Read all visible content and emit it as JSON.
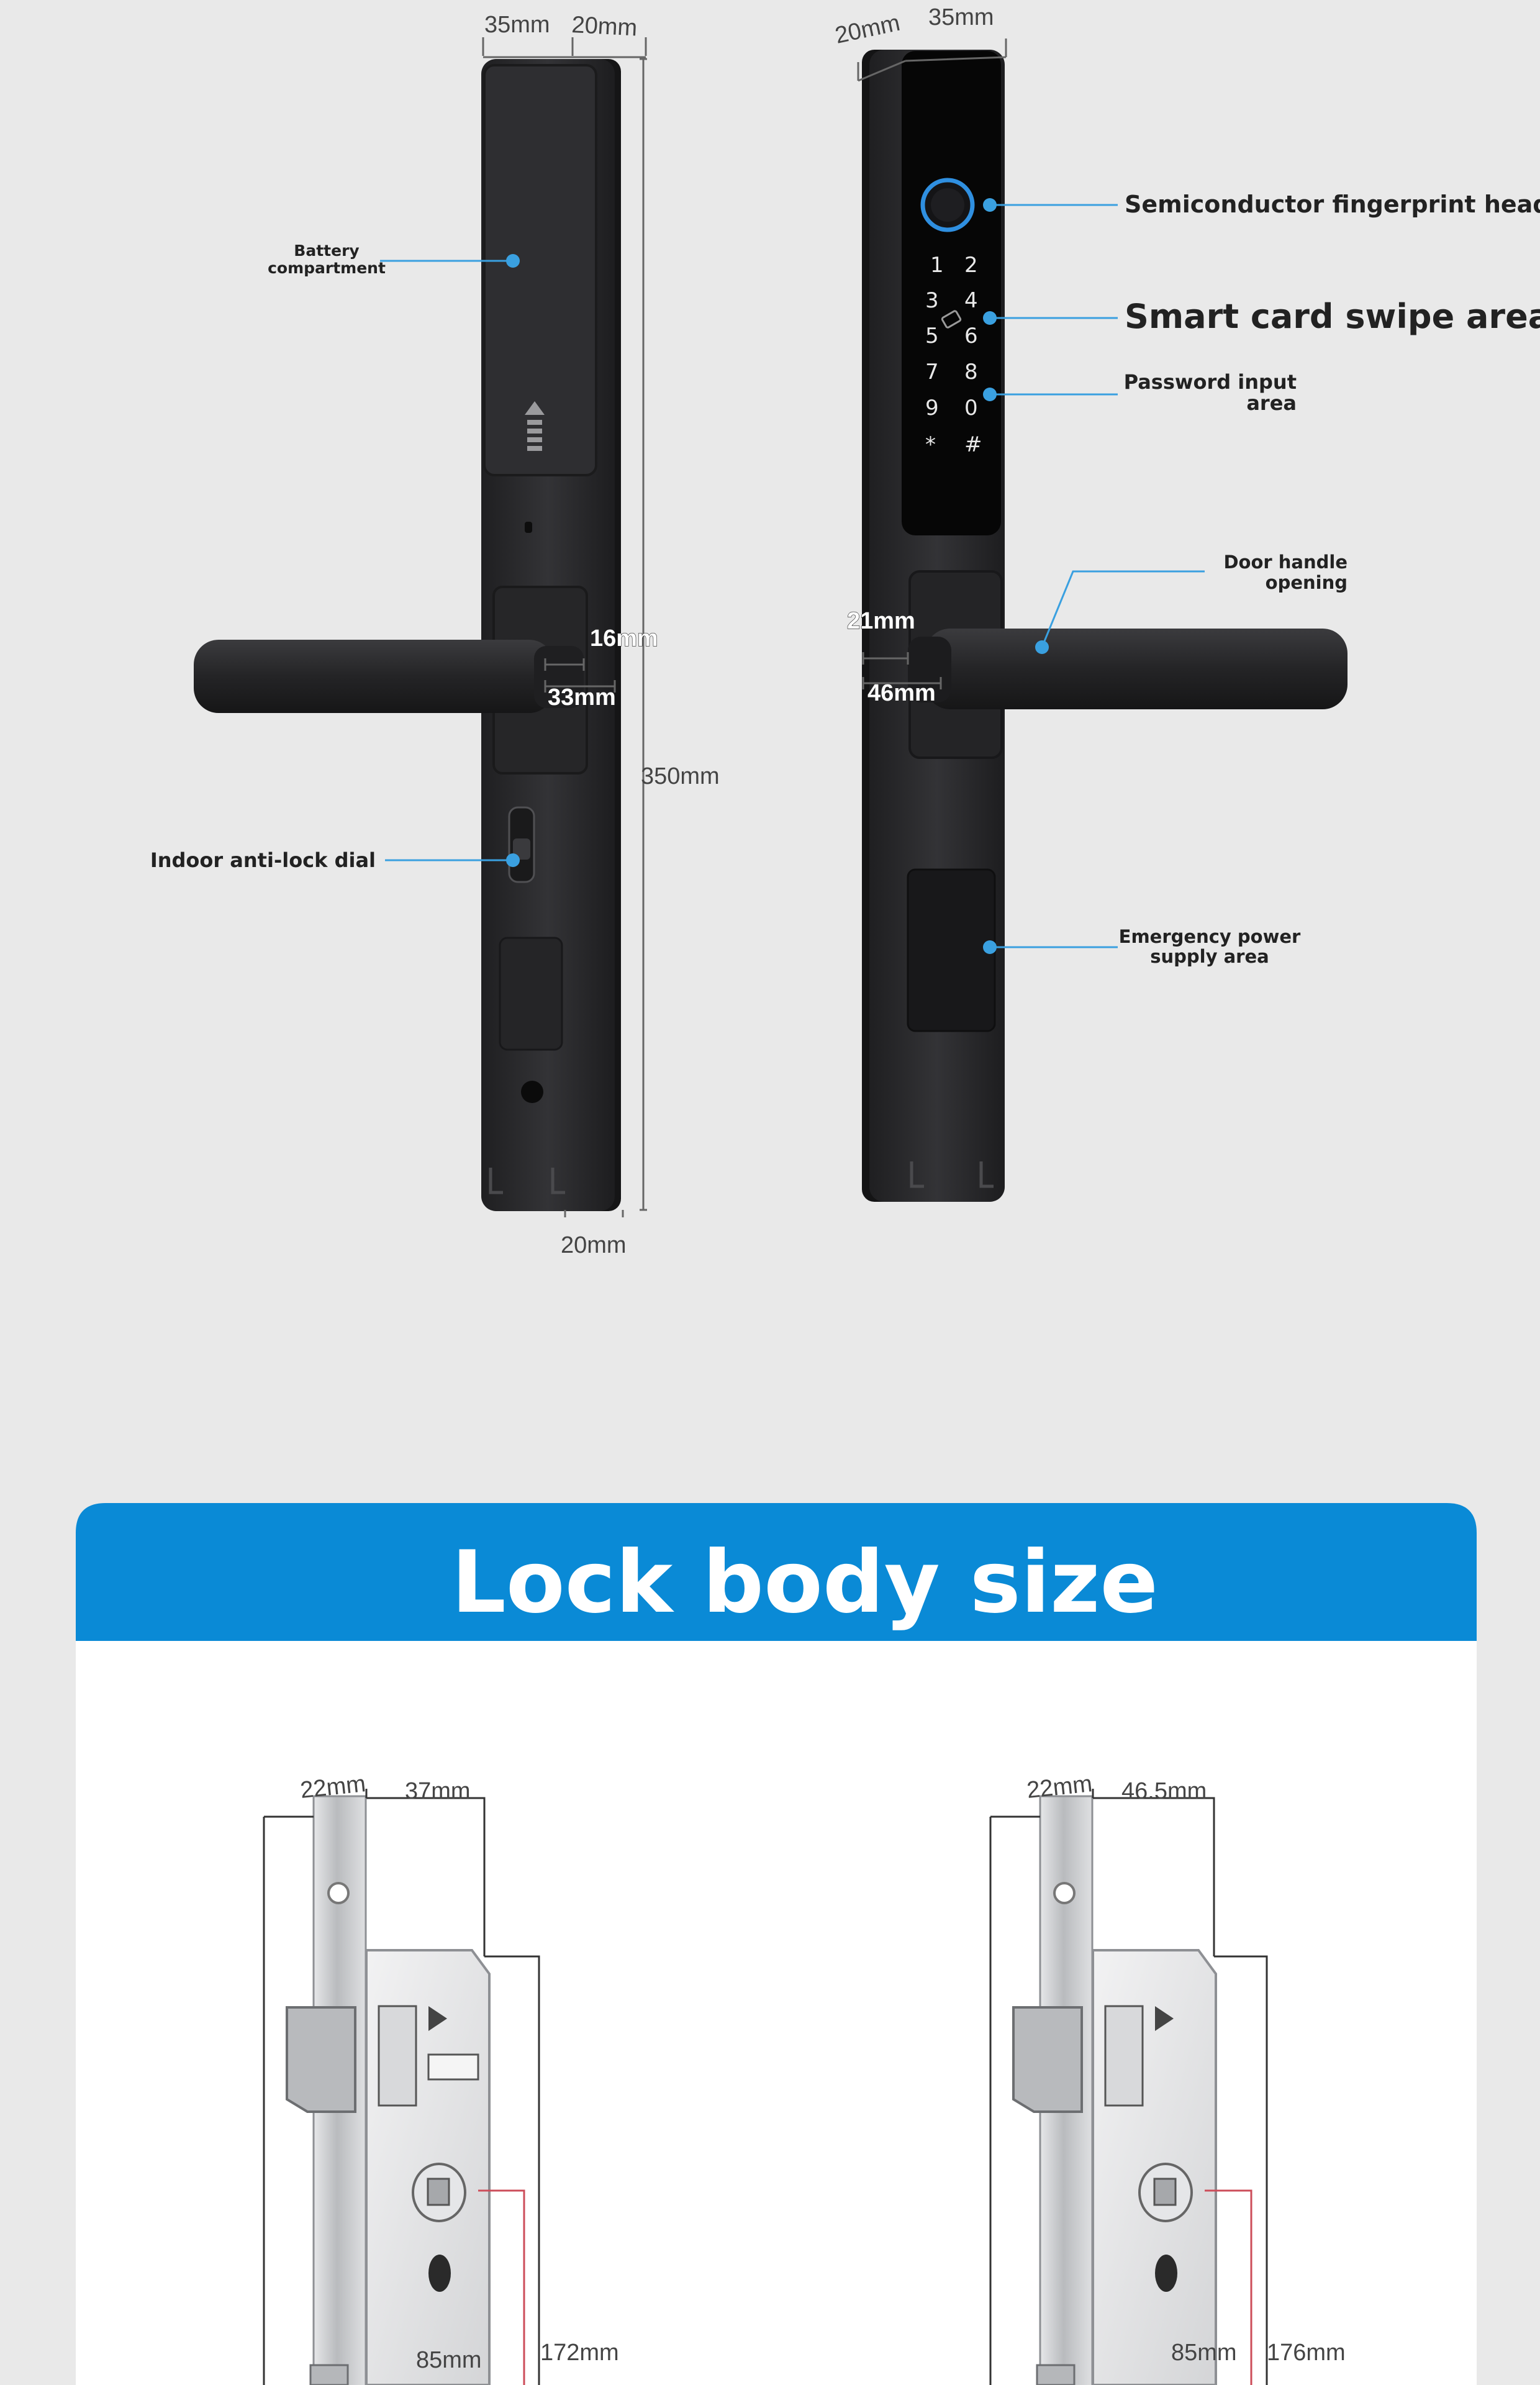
{
  "top": {
    "dims": {
      "left_width": "35mm",
      "left_depth": "20mm",
      "right_depth": "20mm",
      "right_width": "35mm",
      "handle_neck": "16mm",
      "handle_base": "33mm",
      "height": "350mm",
      "bottom_depth": "20mm",
      "outer_neck": "21mm",
      "outer_base": "46mm"
    },
    "callouts": {
      "battery": [
        "Battery",
        "compartment"
      ],
      "indoor_dial": "Indoor anti-lock dial",
      "fingerprint": "Semiconductor fingerprint head",
      "card": "Smart card swipe area",
      "password": [
        "Password input",
        "area"
      ],
      "door_handle": [
        "Door handle",
        "opening"
      ],
      "emergency": [
        "Emergency power",
        "supply area"
      ]
    },
    "keypad": [
      "1",
      "2",
      "3",
      "4",
      "5",
      "6",
      "7",
      "8",
      "9",
      "0",
      "*",
      "#"
    ]
  },
  "section": {
    "title": "Lock body size"
  },
  "lock_body": {
    "left": {
      "faceplate": "22mm",
      "backset_width": "37mm",
      "height": "172mm",
      "center": "85mm"
    },
    "right": {
      "faceplate": "22mm",
      "backset_width": "46.5mm",
      "height": "176mm",
      "center": "85mm"
    }
  },
  "colors": {
    "accent_blue": "#0a8ad6",
    "marker_blue": "#3aa0e0",
    "lock_black": "#2b2b2d",
    "steel": "#c9cbce"
  }
}
